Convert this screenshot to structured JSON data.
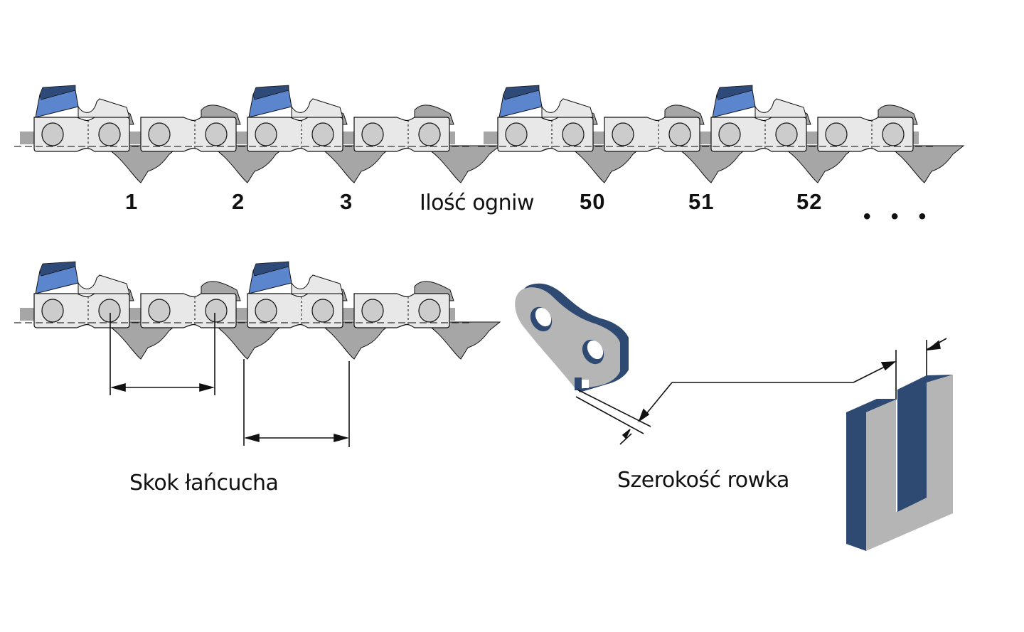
{
  "colors": {
    "side_plate": "#e8e8e8",
    "drive_link": "#a6a6a6",
    "rivet": "#cccccc",
    "cutter_light": "#5b85cc",
    "cutter_dark": "#2e4a78",
    "profile_dark": "#2f4a72",
    "profile_face": "#b5b5b5",
    "outline": "#111111"
  },
  "top_row": {
    "link_numbers_left": [
      "1",
      "2",
      "3"
    ],
    "link_numbers_right": [
      "50",
      "51",
      "52"
    ],
    "caption": "Ilość ogniw",
    "ellipsis": "• • •"
  },
  "pitch_section": {
    "caption": "Skok łańcucha"
  },
  "gauge_section": {
    "caption": "Szerokość rowka"
  }
}
